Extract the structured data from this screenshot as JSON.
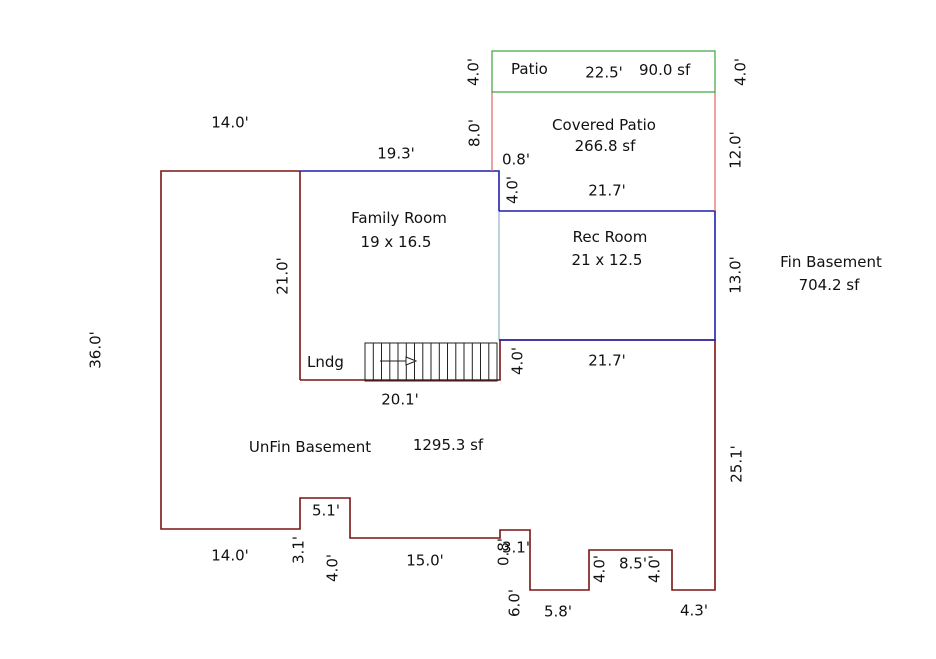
{
  "colors": {
    "unfinished_wall": "#7a1414",
    "room_wall": "#1f1fae",
    "covered_patio_wall": "#e06666",
    "patio_wall": "#39a339",
    "text": "#111111",
    "background": "#ffffff"
  },
  "areas": {
    "patio": {
      "name": "Patio",
      "area": "90.0 sf"
    },
    "covered_patio": {
      "name": "Covered Patio",
      "area": "266.8 sf"
    },
    "family_room": {
      "name": "Family Room",
      "size": "19 x 16.5"
    },
    "rec_room": {
      "name": "Rec Room",
      "size": "21 x 12.5"
    },
    "fin_basement": {
      "name": "Fin Basement",
      "area": "704.2 sf"
    },
    "unfin_basement": {
      "name": "UnFin Basement",
      "area": "1295.3 sf"
    },
    "landing": {
      "name": "Lndg"
    }
  },
  "dimensions": {
    "patio_left": "4.0'",
    "patio_width": "22.5'",
    "patio_right": "4.0'",
    "top_left_14": "14.0'",
    "covered_left": "8.0'",
    "covered_right": "12.0'",
    "family_top": "19.3'",
    "covered_small": "0.8'",
    "covered_small_vert": "4.0'",
    "rec_top": "21.7'",
    "family_left": "21.0'",
    "rec_right": "13.0'",
    "overall_left": "36.0'",
    "stair_right_vert": "4.0'",
    "rec_bottom": "21.7'",
    "family_bottom": "20.1'",
    "right_lower": "25.1'",
    "notch_top": "5.1'",
    "bottom_left_14": "14.0'",
    "notch_left": "3.1'",
    "notch_drop": "4.0'",
    "bottom_15": "15.0'",
    "step_small_a": "0.8'",
    "step_small_b": "3.1'",
    "step_drop_6": "6.0'",
    "bottom_5_8": "5.8'",
    "bump_left": "4.0'",
    "bump_top": "8.5'",
    "bump_right": "4.0'",
    "bottom_right_4_3": "4.3'"
  }
}
